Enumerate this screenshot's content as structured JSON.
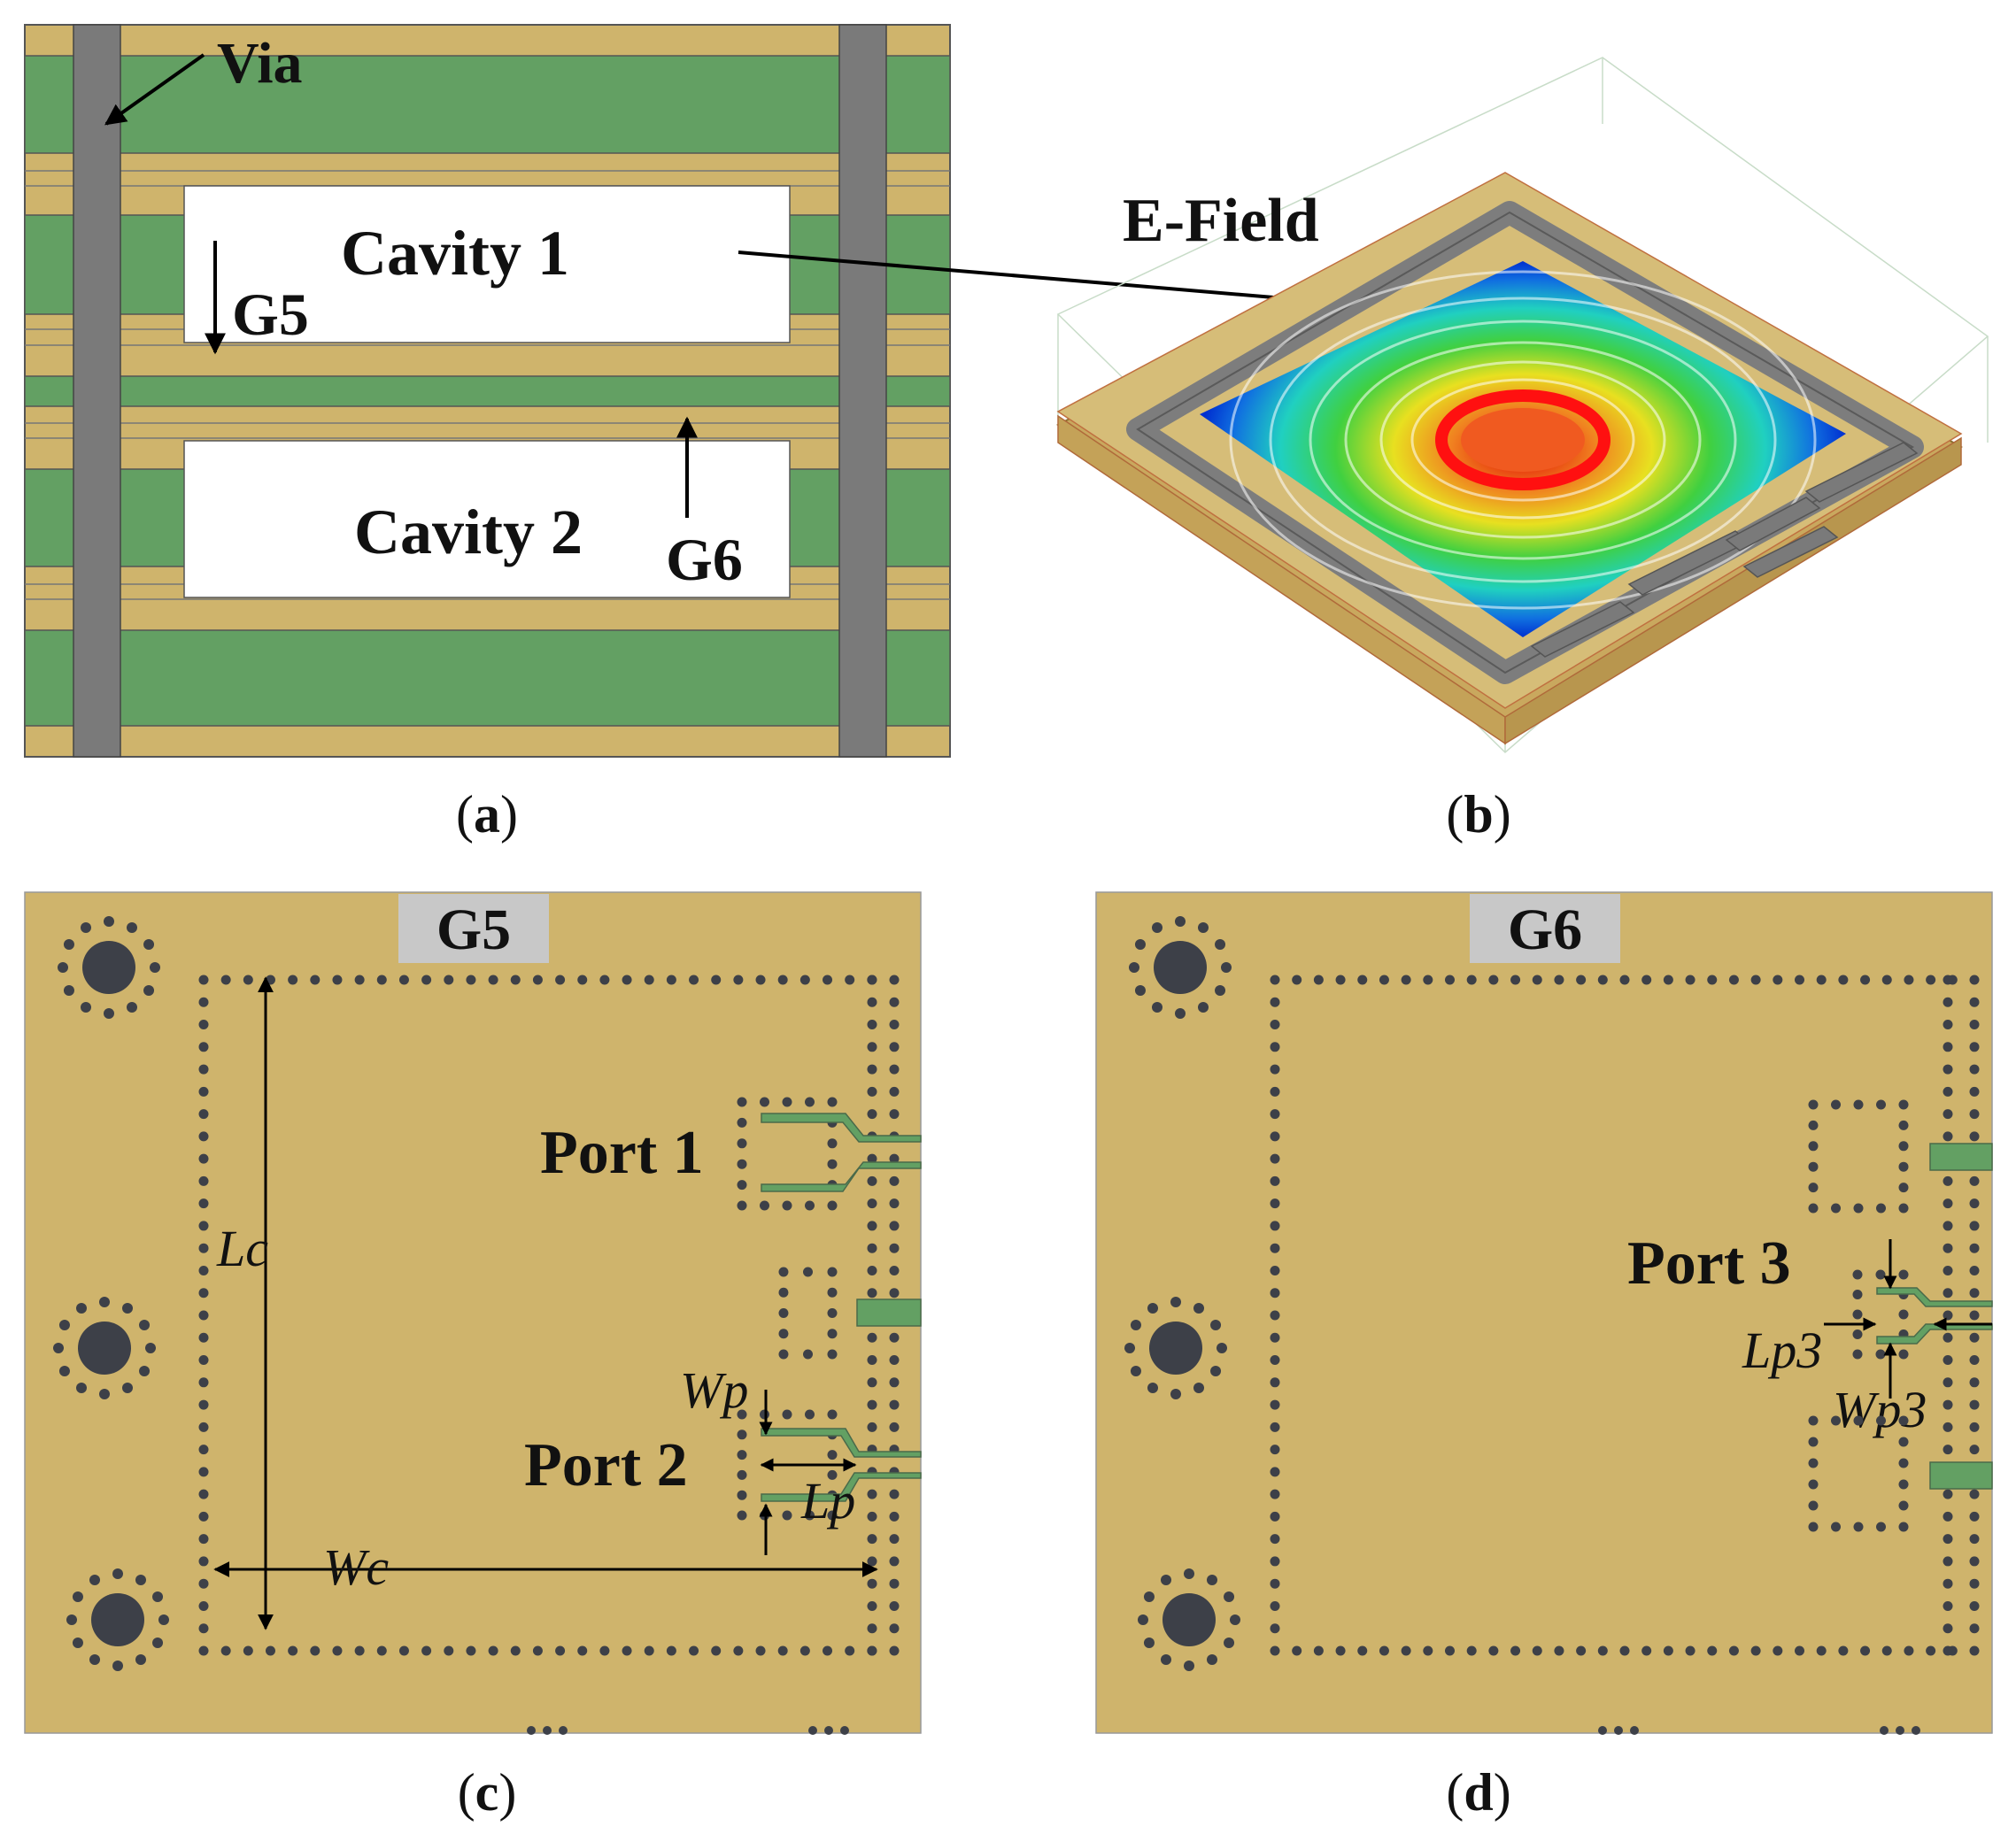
{
  "panel_a": {
    "via_label": "Via",
    "cavity1_label": "Cavity 1",
    "cavity2_label": "Cavity 2",
    "g5_label": "G5",
    "g6_label": "G6",
    "caption_letter": "a"
  },
  "panel_b": {
    "field_label": "E-Field",
    "caption_letter": "b"
  },
  "panel_c": {
    "tag": "G5",
    "port1_label": "Port 1",
    "port2_label": "Port 2",
    "lc_label": "Lc",
    "wc_label": "Wc",
    "wp_label": "Wp",
    "lp_label": "Lp",
    "caption_letter": "c"
  },
  "panel_d": {
    "tag": "G6",
    "port3_label": "Port 3",
    "lp3_label": "Lp3",
    "wp3_label": "Wp3",
    "caption_letter": "d"
  },
  "colors": {
    "substrate_gold": "#cfb46c",
    "metal_green": "#63a063",
    "via_gray": "#7a7a7a",
    "via_dot": "#3d4048"
  }
}
